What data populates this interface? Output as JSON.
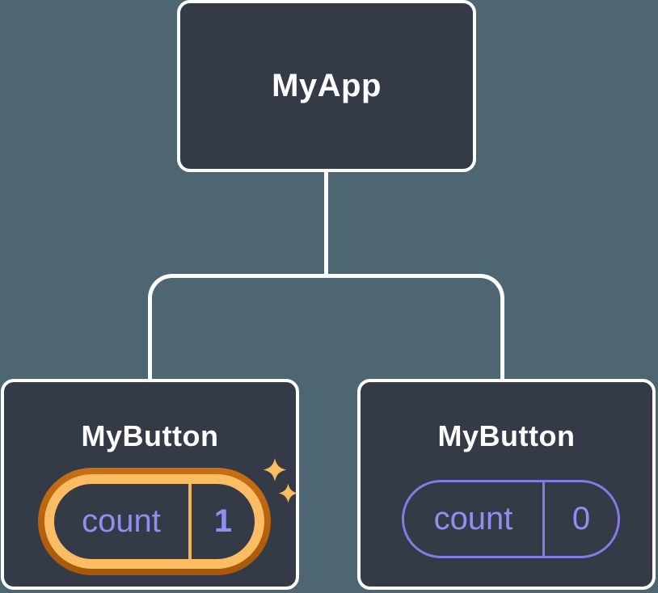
{
  "colors": {
    "background": "#4D6671",
    "node_fill": "#343A46",
    "node_border": "#FFFFFF",
    "state_text": "#8F8FF2",
    "state_pill_border": "#7D7DE4",
    "highlight_ring_outer": "#B5610E",
    "highlight_ring_inner": "#FBBD64",
    "sparkle": "#FABD62"
  },
  "tree": {
    "root": {
      "label": "MyApp"
    },
    "children": [
      {
        "label": "MyButton",
        "state": {
          "name": "count",
          "value": "1"
        },
        "highlighted": true,
        "icon": "sparkles-icon"
      },
      {
        "label": "MyButton",
        "state": {
          "name": "count",
          "value": "0"
        },
        "highlighted": false
      }
    ]
  }
}
